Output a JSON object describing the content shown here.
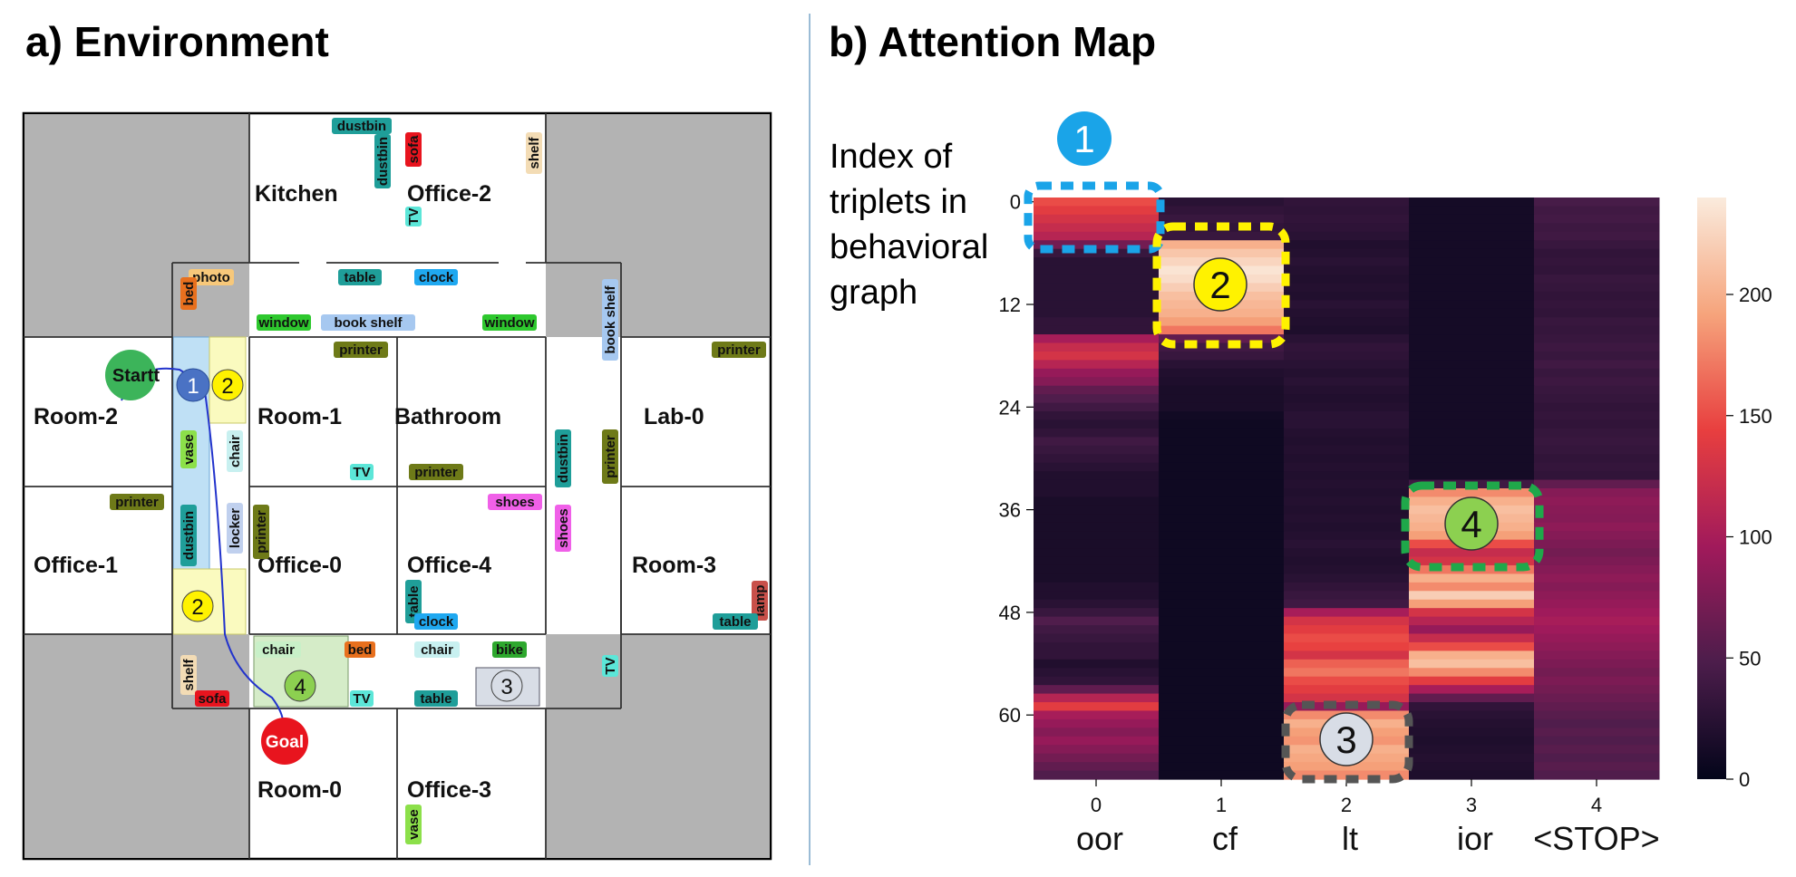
{
  "panel_a": {
    "title": "a) Environment",
    "rooms": [
      "Kitchen",
      "Office-2",
      "Room-2",
      "Room-1",
      "Bathroom",
      "Lab-0",
      "Office-1",
      "Office-0",
      "Office-4",
      "Room-3",
      "Room-0",
      "Office-3"
    ],
    "start_label": "Startt",
    "goal_label": "Goal",
    "objects": [
      {
        "label": "dustbin",
        "color": "#1f9e99"
      },
      {
        "label": "dustbin",
        "color": "#1f9e99"
      },
      {
        "label": "sofa",
        "color": "#e8141e"
      },
      {
        "label": "shelf",
        "color": "#f3dcb5"
      },
      {
        "label": "TV",
        "color": "#5ce6d8"
      },
      {
        "label": "photo",
        "color": "#f7c87a"
      },
      {
        "label": "bed",
        "color": "#e8701e"
      },
      {
        "label": "table",
        "color": "#1f9e99"
      },
      {
        "label": "clock",
        "color": "#1fa8f0"
      },
      {
        "label": "book shelf",
        "color": "#a6c8f0"
      },
      {
        "label": "book shelf",
        "color": "#a6c8f0"
      },
      {
        "label": "window",
        "color": "#2ec82e"
      },
      {
        "label": "window",
        "color": "#2ec82e"
      },
      {
        "label": "printer",
        "color": "#6e7a18"
      },
      {
        "label": "printer",
        "color": "#6e7a18"
      },
      {
        "label": "vase",
        "color": "#8ce04a"
      },
      {
        "label": "chair",
        "color": "#c8f0f0"
      },
      {
        "label": "TV",
        "color": "#5ce6d8"
      },
      {
        "label": "printer",
        "color": "#6e7a18"
      },
      {
        "label": "dustbin",
        "color": "#1f9e99"
      },
      {
        "label": "printer",
        "color": "#6e7a18"
      },
      {
        "label": "printer",
        "color": "#6e7a18"
      },
      {
        "label": "shoes",
        "color": "#f060e8"
      },
      {
        "label": "shoes",
        "color": "#f060e8"
      },
      {
        "label": "dustbin",
        "color": "#1f9e99"
      },
      {
        "label": "locker",
        "color": "#c0d0ee"
      },
      {
        "label": "printer",
        "color": "#6e7a18"
      },
      {
        "label": "table",
        "color": "#1f9e99"
      },
      {
        "label": "clock",
        "color": "#1fa8f0"
      },
      {
        "label": "lamp",
        "color": "#c8504a"
      },
      {
        "label": "table",
        "color": "#1f9e99"
      },
      {
        "label": "chair",
        "color": "#c8f0c8"
      },
      {
        "label": "bed",
        "color": "#e8701e"
      },
      {
        "label": "chair",
        "color": "#c8f0f0"
      },
      {
        "label": "bike",
        "color": "#2ea82e"
      },
      {
        "label": "TV",
        "color": "#5ce6d8"
      },
      {
        "label": "shelf",
        "color": "#f3dcb5"
      },
      {
        "label": "sofa",
        "color": "#e8141e"
      },
      {
        "label": "TV",
        "color": "#5ce6d8"
      },
      {
        "label": "table",
        "color": "#1f9e99"
      },
      {
        "label": "vase",
        "color": "#8ce04a"
      }
    ],
    "markers": [
      "1",
      "2",
      "2",
      "4",
      "3"
    ]
  },
  "panel_b": {
    "title": "b) Attention Map",
    "ylabel_lines": [
      "Index of",
      "triplets in",
      "behavioral",
      "graph"
    ],
    "markers": [
      "1",
      "2",
      "3",
      "4"
    ]
  },
  "chart_data": {
    "type": "heatmap",
    "title": "b) Attention Map",
    "ylabel": "Index of triplets in behavioral graph",
    "columns": [
      "0",
      "1",
      "2",
      "3",
      "4"
    ],
    "column_names": [
      "oor",
      "cf",
      "lt",
      "ior",
      "<STOP>"
    ],
    "y_ticks": [
      0,
      12,
      24,
      36,
      48,
      60
    ],
    "y_range": [
      0,
      68
    ],
    "colorbar": {
      "range": [
        0,
        240
      ],
      "ticks": [
        0,
        50,
        100,
        150,
        200
      ]
    },
    "colormap": "rocket",
    "values": [
      [
        150,
        25,
        30,
        12,
        45
      ],
      [
        140,
        30,
        28,
        12,
        40
      ],
      [
        130,
        35,
        30,
        12,
        42
      ],
      [
        120,
        30,
        28,
        12,
        38
      ],
      [
        110,
        35,
        25,
        12,
        40
      ],
      [
        70,
        200,
        20,
        12,
        35
      ],
      [
        35,
        215,
        22,
        12,
        30
      ],
      [
        25,
        225,
        25,
        12,
        32
      ],
      [
        25,
        235,
        22,
        12,
        30
      ],
      [
        25,
        230,
        20,
        12,
        35
      ],
      [
        25,
        220,
        22,
        12,
        33
      ],
      [
        25,
        210,
        20,
        12,
        30
      ],
      [
        25,
        205,
        25,
        12,
        32
      ],
      [
        25,
        200,
        22,
        12,
        30
      ],
      [
        30,
        190,
        20,
        12,
        35
      ],
      [
        30,
        170,
        18,
        12,
        33
      ],
      [
        100,
        60,
        25,
        12,
        35
      ],
      [
        120,
        40,
        30,
        12,
        38
      ],
      [
        130,
        35,
        28,
        12,
        35
      ],
      [
        110,
        25,
        25,
        12,
        40
      ],
      [
        90,
        20,
        22,
        12,
        35
      ],
      [
        80,
        18,
        25,
        12,
        38
      ],
      [
        60,
        15,
        22,
        12,
        35
      ],
      [
        50,
        15,
        20,
        12,
        33
      ],
      [
        40,
        15,
        22,
        12,
        30
      ],
      [
        30,
        10,
        25,
        12,
        32
      ],
      [
        25,
        8,
        25,
        12,
        30
      ],
      [
        30,
        8,
        22,
        12,
        33
      ],
      [
        40,
        8,
        20,
        12,
        35
      ],
      [
        35,
        8,
        22,
        12,
        33
      ],
      [
        30,
        8,
        20,
        12,
        30
      ],
      [
        25,
        8,
        22,
        12,
        32
      ],
      [
        20,
        8,
        20,
        12,
        30
      ],
      [
        20,
        8,
        22,
        40,
        60
      ],
      [
        20,
        8,
        20,
        180,
        80
      ],
      [
        15,
        8,
        22,
        200,
        85
      ],
      [
        15,
        8,
        20,
        210,
        82
      ],
      [
        15,
        8,
        22,
        205,
        80
      ],
      [
        15,
        8,
        20,
        200,
        85
      ],
      [
        15,
        8,
        22,
        190,
        80
      ],
      [
        15,
        8,
        25,
        150,
        75
      ],
      [
        15,
        8,
        22,
        120,
        70
      ],
      [
        15,
        8,
        20,
        130,
        75
      ],
      [
        15,
        8,
        22,
        170,
        80
      ],
      [
        15,
        8,
        25,
        200,
        85
      ],
      [
        20,
        8,
        30,
        180,
        80
      ],
      [
        20,
        8,
        35,
        220,
        85
      ],
      [
        25,
        8,
        40,
        190,
        90
      ],
      [
        35,
        8,
        100,
        130,
        95
      ],
      [
        50,
        8,
        130,
        110,
        100
      ],
      [
        40,
        8,
        140,
        90,
        95
      ],
      [
        35,
        8,
        150,
        120,
        90
      ],
      [
        30,
        8,
        145,
        150,
        85
      ],
      [
        30,
        8,
        130,
        200,
        80
      ],
      [
        20,
        8,
        160,
        210,
        75
      ],
      [
        25,
        8,
        170,
        180,
        70
      ],
      [
        30,
        8,
        150,
        140,
        75
      ],
      [
        60,
        8,
        140,
        100,
        70
      ],
      [
        110,
        8,
        130,
        60,
        65
      ],
      [
        140,
        8,
        90,
        30,
        60
      ],
      [
        100,
        8,
        180,
        25,
        55
      ],
      [
        90,
        8,
        200,
        22,
        50
      ],
      [
        80,
        8,
        190,
        20,
        55
      ],
      [
        90,
        8,
        185,
        18,
        50
      ],
      [
        80,
        8,
        200,
        20,
        55
      ],
      [
        70,
        8,
        195,
        22,
        50
      ],
      [
        60,
        8,
        190,
        20,
        55
      ],
      [
        50,
        8,
        180,
        18,
        50
      ]
    ]
  }
}
